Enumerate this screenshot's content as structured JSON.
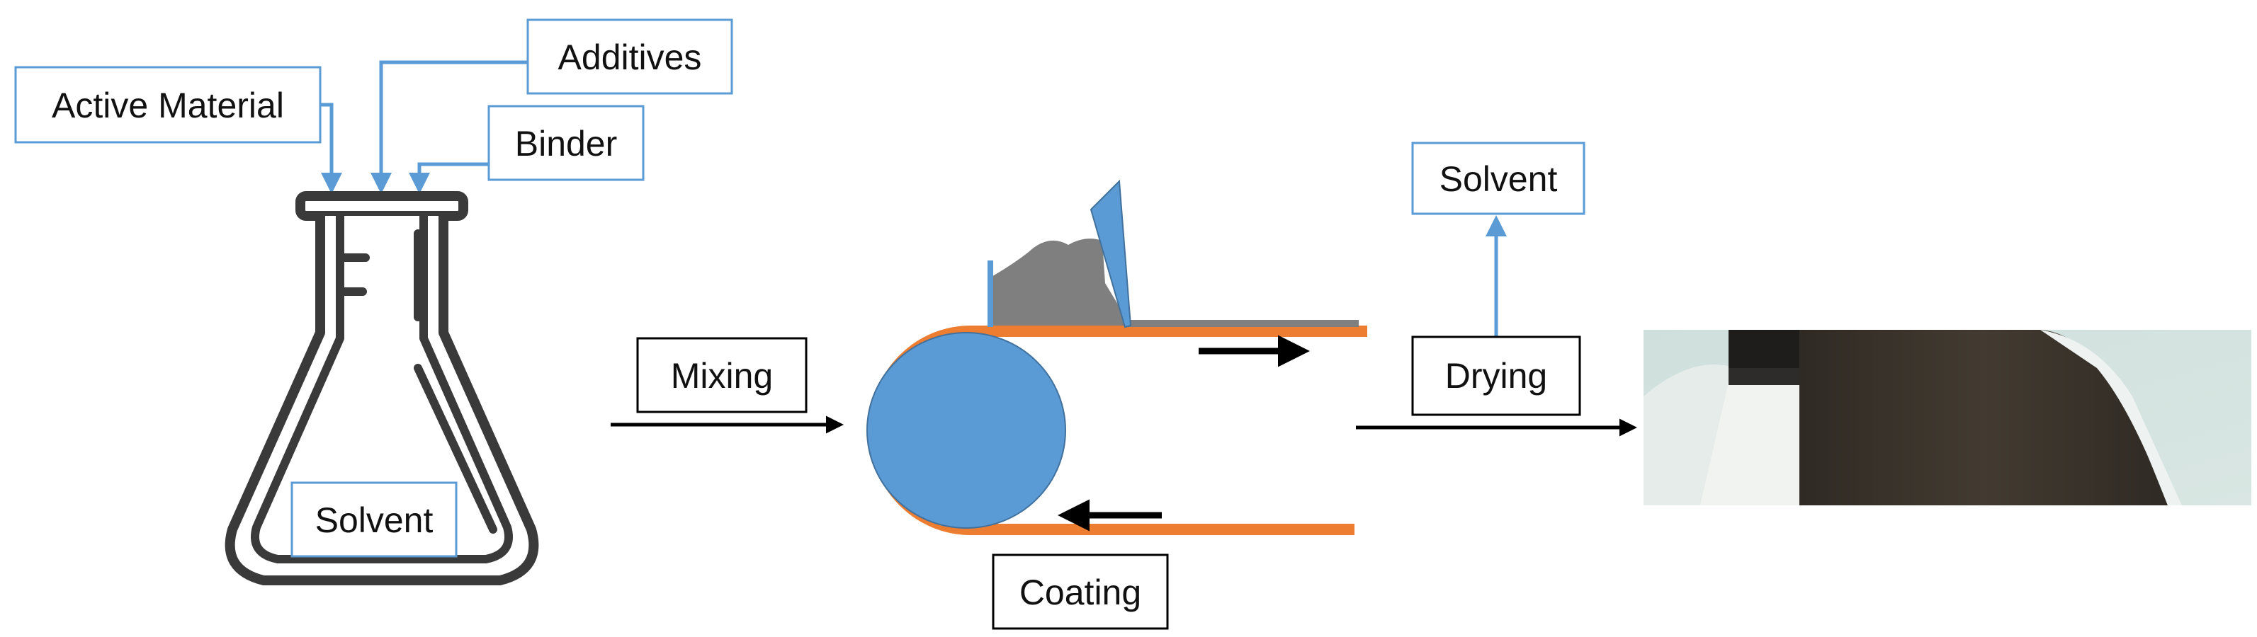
{
  "labels": {
    "active_material": "Active Material",
    "additives": "Additives",
    "binder": "Binder",
    "solvent_flask": "Solvent",
    "mixing": "Mixing",
    "coating": "Coating",
    "drying": "Drying",
    "solvent_out": "Solvent"
  },
  "colors": {
    "label_border_blue": "#5b9bd5",
    "label_border_black": "#000000",
    "ingredient_arrow": "#5b9bd5",
    "process_arrow": "#000000",
    "roller": "#5b9bd5",
    "substrate_foil": "#ed7d31",
    "slurry": "#7f7f7f",
    "doctor_blade": "#5b9bd5",
    "flask_outline": "#3a3a3a",
    "electrode_sheet": "#3b342c"
  },
  "icons": {
    "flask": "erlenmeyer-flask-icon",
    "roller": "coating-roller-icon",
    "electrode_photo": "coated-electrode-photo"
  }
}
